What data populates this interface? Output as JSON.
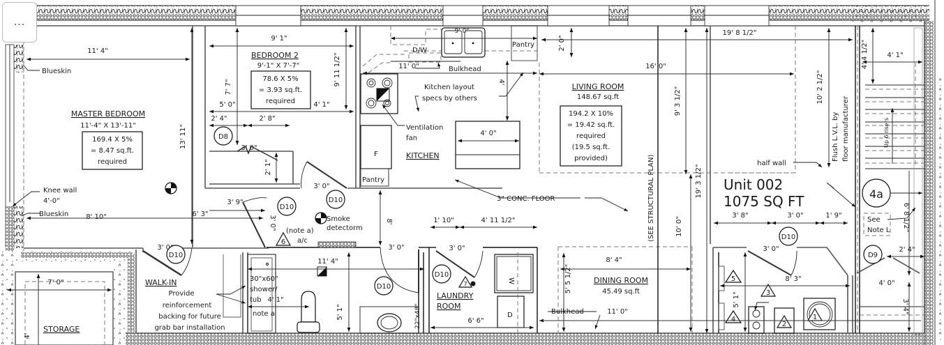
{
  "toolbar": {
    "more_label": "..."
  },
  "unit": {
    "name": "Unit 002",
    "area": "1075 SQ FT",
    "tag": "4a"
  },
  "rooms": {
    "master": {
      "title": "MASTER BEDROOM",
      "size": "11'-4\" X 13'-11\"",
      "calc": [
        "169.4 X 5%",
        "= 8.47 sq.ft.",
        "required"
      ]
    },
    "bed2": {
      "title": "BEDROOM 2",
      "size": "9'-1\" X 7'-7\"",
      "calc": [
        "78.6 X 5%",
        "= 3.93 sq.ft.",
        "required"
      ]
    },
    "living": {
      "title": "LIVING ROOM",
      "size": "148.67 sq.ft",
      "calc": [
        "194.2 X 10%",
        "= 19.42 sq.ft.",
        "required",
        "(19.5 sq.ft.",
        "provided)"
      ]
    },
    "kitchen": {
      "title": "KITCHEN"
    },
    "dining": {
      "title": "DINING ROOM",
      "size": "45.49 sq.ft"
    },
    "laundry": {
      "title1": "LAUNDRY",
      "title2": "ROOM"
    },
    "walkin": {
      "title": "WALK-IN"
    },
    "storage": {
      "title": "STORAGE"
    }
  },
  "notes": {
    "blueskin_top": "Blueskin",
    "blueskin_bottom": "Blueskin",
    "knee_wall_1": "Knee wall",
    "knee_wall_2": "4'-0\"",
    "kitchen_layout_1": "Kitchen layout",
    "kitchen_layout_2": "specs by others",
    "bulkhead_top": "Bulkhead",
    "bulkhead_bottom": "Bulkhead",
    "ventilation_1": "Ventilation",
    "ventilation_2": "fan",
    "conc_floor": "3\" CONC. FLOOR",
    "see_structural": "(SEE STRUCTURAL PLAN)",
    "half_wall": "half wall",
    "flush_lvl_1": "Flush L.V.L. by",
    "flush_lvl_2": "floor manufacturer",
    "up_risers": "Up 6 risers",
    "smoke_1": "Smoke",
    "smoke_2": "detectorm",
    "note_a_ac_1": "(note a)",
    "note_a_ac_2": "a/c",
    "provide_1": "Provide",
    "provide_2": "reinforcement",
    "provide_3": "backing for future",
    "provide_4": "grab bar installation",
    "shower_1": "30\"x60\"",
    "shower_2": "shower/",
    "shower_3": "tub",
    "shower_4": "note a",
    "see_note_1": "See",
    "see_note_2": "Note L",
    "dw": "D/W",
    "pantry_top": "Pantry",
    "pantry_kitchen": "Pantry",
    "fridge": "F",
    "washer": "W",
    "dryer": "D",
    "vanity": "22\"x48\""
  },
  "doors": [
    "D8",
    "D10",
    "D10",
    "D10",
    "D10",
    "D10",
    "D10",
    "D9"
  ],
  "triangles": [
    "1",
    "2",
    "3",
    "4",
    "5",
    "6",
    "7"
  ],
  "dims": {
    "d11_4_top": "11' 4\"",
    "d9_1": "9' 1\"",
    "d13_11": "13' 11\"",
    "d7_7": "7' 7\"",
    "d5_0": "5' 0\"",
    "d4_1_bed": "4' 1\"",
    "d9_11_5": "9' 11 1/2\"",
    "d2_4": "2' 4\"",
    "d2_8": "2' 8\"",
    "d3_0_closet": "3' 0\"",
    "d2_1": "2' 1\"",
    "d3_0_hall": "3' 0\"",
    "d3_9": "3' 9\"",
    "d6_3": "6' 3\"",
    "d3_0_v": "3' 0\"",
    "d8_10": "8' 10\"",
    "d3_0_walkin": "3' 0\"",
    "d7_0": "7' 0\"",
    "d4_storage": "4'",
    "d11_4_bath": "11' 4\"",
    "d4_1_bath": "4' 1\"",
    "d5_1_bath": "5' 1\"",
    "d3_0_bath": "3' 0\"",
    "d8_v": "8'",
    "d1_10": "1' 10\"",
    "d4_11_5": "4' 11 1/2\"",
    "d3_0_laundry": "3' 0\"",
    "d6_6": "6' 6\"",
    "d11_0_kitchen": "11' 0\"",
    "d11_0_bulk": "11' 0\"",
    "d9_0_sink": "9' 0\"",
    "d4_0_kv": "4'",
    "d4_0_island": "4' 0\"",
    "d2_0": "2' 0\"",
    "d16_0": "16' 0\"",
    "d19_8_5": "19' 8 1/2\"",
    "d9_3_5": "9' 3 1/2\"",
    "d19_3_5": "19' 3 1/2\"",
    "d10_0": "10' 0\"",
    "d8_4": "8' 4\"",
    "d5_5_5": "5' 5 1/2\"",
    "d10_2_5": "10' 2 1/2\"",
    "d4_4_5": "4' 4 1/2\"",
    "d4_1_stair": "4' 1\"",
    "d3_8": "3' 8\"",
    "d3_0_mech": "3' 0\"",
    "d1_9": "1' 9\"",
    "d3_0_mechdoor": "3' 0\"",
    "d8_3": "8' 3\"",
    "d5_1_mech": "5' 1\"",
    "d2_4_d9": "2' 4\"",
    "d6_8_5": "6' 8 1/2\"",
    "d4_0_d9": "4' 0\"",
    "d3_4": "3' 4\""
  }
}
